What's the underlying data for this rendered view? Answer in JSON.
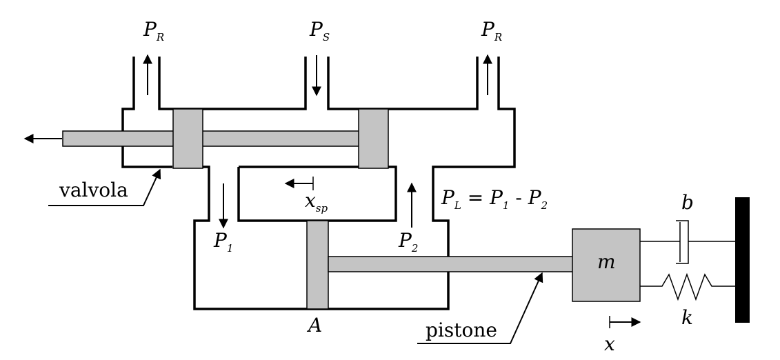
{
  "labels": {
    "pr_left": {
      "main": "P",
      "sub": "R"
    },
    "ps": {
      "main": "P",
      "sub": "S"
    },
    "pr_right": {
      "main": "P",
      "sub": "R"
    },
    "valvola": "valvola",
    "xsp": {
      "main": "x",
      "sub": "sp"
    },
    "pl_eq": {
      "p_l": "P",
      "p_l_sub": "L",
      "eq": " = ",
      "p_1": "P",
      "p_1_sub": "1",
      "minus": " - ",
      "p_2": "P",
      "p_2_sub": "2"
    },
    "p1": {
      "main": "P",
      "sub": "1"
    },
    "p2": {
      "main": "P",
      "sub": "2"
    },
    "area": "A",
    "mass": "m",
    "damper": "b",
    "spring": "k",
    "pistone": "pistone",
    "x": "x"
  },
  "colors": {
    "part_fill": "#c4c4c4",
    "line": "#000000",
    "background": "#ffffff"
  }
}
